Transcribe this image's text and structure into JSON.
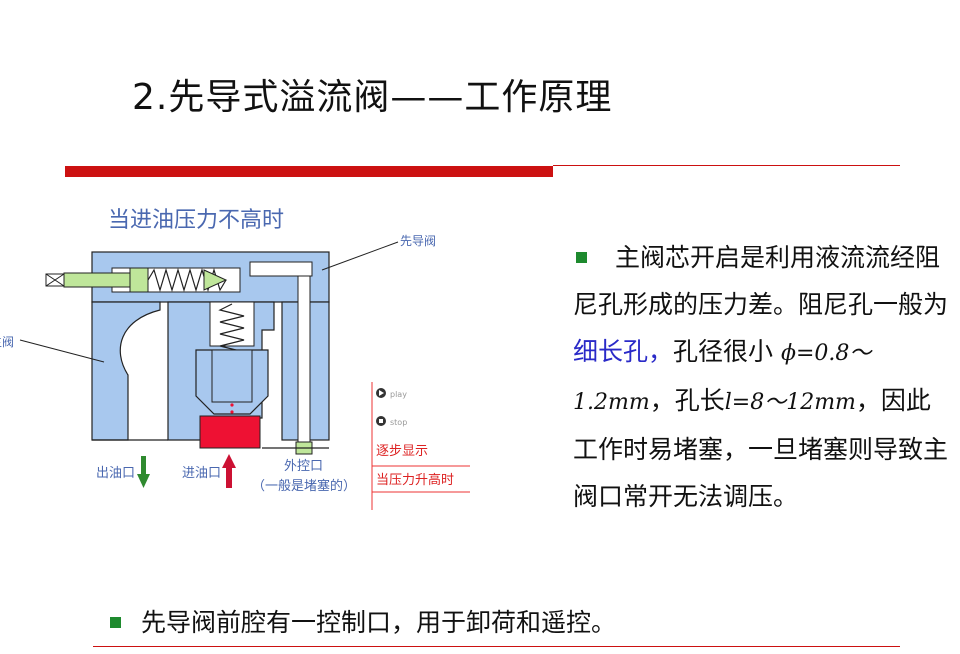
{
  "slide": {
    "title": "2.先导式溢流阀——工作原理"
  },
  "colors": {
    "accent_red": "#cc1111",
    "bullet_green": "#1e8a2e",
    "valve_blue": "#a8c8ee",
    "oil_red": "#ee1133",
    "pilot_green": "#bfe69a",
    "label_blue": "#4a68b0",
    "highlight_blue": "#2a2ac8"
  },
  "diagram": {
    "caption": "当进油压力不高时",
    "label_pilot_valve": "先导阀",
    "label_main_valve": "主阀",
    "label_outlet": "出油口",
    "label_inlet": "进油口",
    "label_external_port": "外控口",
    "label_external_port_note": "（一般是堵塞的）",
    "controls": {
      "play": "play",
      "stop": "stop",
      "step_show": "逐步显示",
      "pressure_rise": "当压力升高时"
    }
  },
  "bullets": {
    "right_part1": "主阀芯开启是利用液流流经阻尼孔形成的压力差。阻尼孔一般为",
    "right_highlight": "细长孔，",
    "right_part2": "孔径很小 ",
    "right_math1": "ϕ=0.8～1.2mm",
    "right_part3": "，孔长",
    "right_math2": "l=8～12mm",
    "right_part4": "，因此工作时易堵塞，一旦堵塞则导致主阀口常开无法调压。",
    "bottom": "先导阀前腔有一控制口，用于卸荷和遥控。"
  }
}
